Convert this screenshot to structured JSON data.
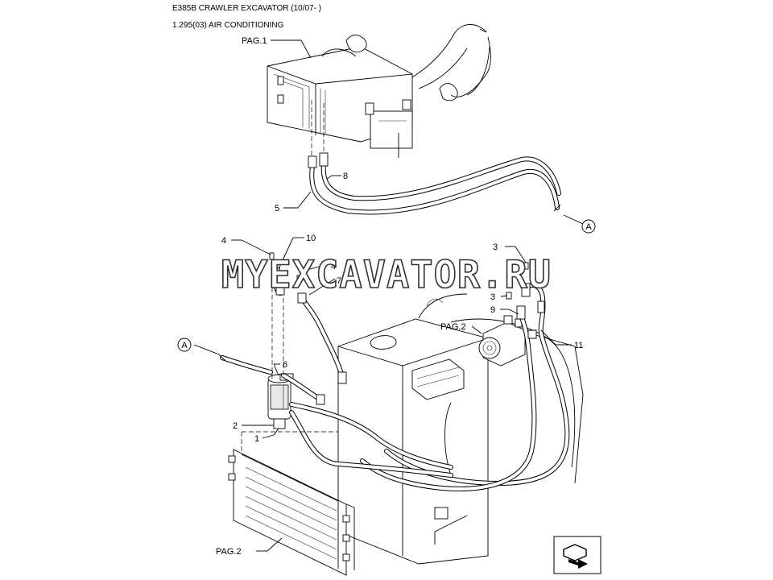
{
  "header": {
    "title": "E385B CRAWLER EXCAVATOR (10/07- )",
    "section": "1.295(03) AIR CONDITIONING"
  },
  "watermark": "MYEXCAVATOR.RU",
  "callouts": {
    "c1": "1",
    "c2": "2",
    "c3a": "3",
    "c3b": "3",
    "c4a": "4",
    "c4b": "4",
    "c5": "5",
    "c6": "6",
    "c7": "7",
    "c8": "8",
    "c9": "9",
    "c10": "10",
    "c11": "11"
  },
  "page_refs": {
    "top": "PAG.1",
    "compressor": "PAG.2",
    "condenser": "PAG.2"
  },
  "connectors": {
    "right": "A",
    "left": "A"
  },
  "icons": {
    "nav": "next-page-arrow-icon"
  }
}
